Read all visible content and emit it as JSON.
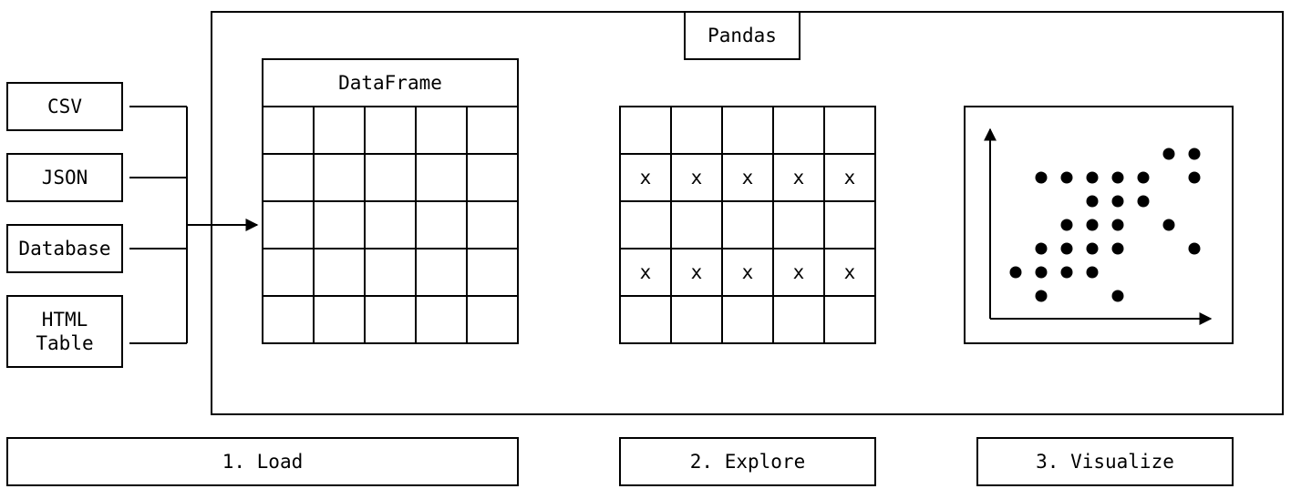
{
  "container": {
    "label": "Pandas"
  },
  "sources": [
    {
      "lines": [
        "CSV"
      ]
    },
    {
      "lines": [
        "JSON"
      ]
    },
    {
      "lines": [
        "Database"
      ]
    },
    {
      "lines": [
        "HTML",
        "Table"
      ]
    }
  ],
  "dataframe": {
    "label": "DataFrame",
    "rows": 5,
    "cols": 5
  },
  "explore": {
    "rows": 5,
    "cols": 5,
    "marker": "x",
    "marked_rows": [
      1,
      3
    ]
  },
  "scatter": {
    "points": [
      [
        6,
        7
      ],
      [
        7,
        7
      ],
      [
        1,
        6
      ],
      [
        2,
        6
      ],
      [
        3,
        6
      ],
      [
        4,
        6
      ],
      [
        5,
        6
      ],
      [
        7,
        6
      ],
      [
        3,
        5
      ],
      [
        4,
        5
      ],
      [
        5,
        5
      ],
      [
        2,
        4
      ],
      [
        3,
        4
      ],
      [
        4,
        4
      ],
      [
        6,
        4
      ],
      [
        1,
        3
      ],
      [
        2,
        3
      ],
      [
        3,
        3
      ],
      [
        4,
        3
      ],
      [
        7,
        3
      ],
      [
        0,
        2
      ],
      [
        1,
        2
      ],
      [
        2,
        2
      ],
      [
        3,
        2
      ],
      [
        1,
        1
      ],
      [
        4,
        1
      ]
    ]
  },
  "steps": [
    {
      "label": "1. Load"
    },
    {
      "label": "2. Explore"
    },
    {
      "label": "3. Visualize"
    }
  ],
  "colors": {
    "stroke": "#000000",
    "background": "#ffffff"
  }
}
